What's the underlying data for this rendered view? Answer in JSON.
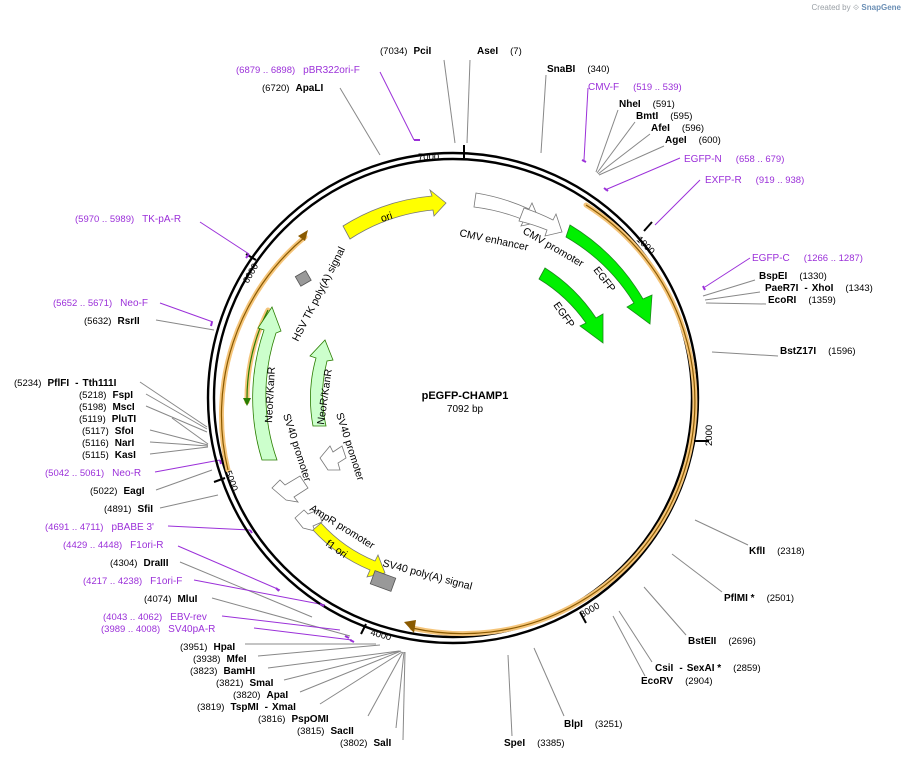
{
  "watermark": {
    "created_by": "Created by",
    "brand": "SnapGene"
  },
  "plasmid": {
    "name": "pEGFP-CHAMP1",
    "length": "7092 bp"
  },
  "ticks": [
    "1000",
    "2000",
    "3000",
    "4000",
    "5000",
    "6000",
    "7000"
  ],
  "enzymes": [
    {
      "name": "AseI",
      "pos": "(7)"
    },
    {
      "name": "PciI",
      "pos": "(7034)"
    },
    {
      "name": "SnaBI",
      "pos": "(340)"
    },
    {
      "name": "NheI",
      "pos": "(591)"
    },
    {
      "name": "BmtI",
      "pos": "(595)"
    },
    {
      "name": "AfeI",
      "pos": "(596)"
    },
    {
      "name": "AgeI",
      "pos": "(600)"
    },
    {
      "name": "BspEI",
      "pos": "(1330)"
    },
    {
      "name": "PaeR7I",
      "name2": "XhoI",
      "pos": "(1343)"
    },
    {
      "name": "EcoRI",
      "pos": "(1359)"
    },
    {
      "name": "BstZ17I",
      "pos": "(1596)"
    },
    {
      "name": "KflI",
      "pos": "(2318)"
    },
    {
      "name": "PflMI *",
      "pos": "(2501)"
    },
    {
      "name": "BstEII",
      "pos": "(2696)"
    },
    {
      "name": "CsiI",
      "name2": "SexAI *",
      "pos": "(2859)"
    },
    {
      "name": "EcoRV",
      "pos": "(2904)"
    },
    {
      "name": "BlpI",
      "pos": "(3251)"
    },
    {
      "name": "SpeI",
      "pos": "(3385)"
    },
    {
      "name": "SalI",
      "pos": "(3802)"
    },
    {
      "name": "SacII",
      "pos": "(3815)"
    },
    {
      "name": "PspOMI",
      "pos": "(3816)"
    },
    {
      "name": "TspMI",
      "name2": "XmaI",
      "pos": "(3819)"
    },
    {
      "name": "ApaI",
      "pos": "(3820)"
    },
    {
      "name": "SmaI",
      "pos": "(3821)"
    },
    {
      "name": "BamHI",
      "pos": "(3823)"
    },
    {
      "name": "MfeI",
      "pos": "(3938)"
    },
    {
      "name": "HpaI",
      "pos": "(3951)"
    },
    {
      "name": "MluI",
      "pos": "(4074)"
    },
    {
      "name": "DraIII",
      "pos": "(4304)"
    },
    {
      "name": "SfiI",
      "pos": "(4891)"
    },
    {
      "name": "EagI",
      "pos": "(5022)"
    },
    {
      "name": "KasI",
      "pos": "(5115)"
    },
    {
      "name": "NarI",
      "pos": "(5116)"
    },
    {
      "name": "SfoI",
      "pos": "(5117)"
    },
    {
      "name": "PluTI",
      "pos": "(5119)"
    },
    {
      "name": "MscI",
      "pos": "(5198)"
    },
    {
      "name": "FspI",
      "pos": "(5218)"
    },
    {
      "name": "PflFI",
      "name2": "Tth111I",
      "pos": "(5234)"
    },
    {
      "name": "RsrII",
      "pos": "(5632)"
    },
    {
      "name": "ApaLI",
      "pos": "(6720)"
    }
  ],
  "primers": [
    {
      "name": "pBR322ori-F",
      "range": "(6879 .. 6898)"
    },
    {
      "name": "CMV-F",
      "range": "(519 .. 539)"
    },
    {
      "name": "EGFP-N",
      "range": "(658 .. 679)"
    },
    {
      "name": "EXFP-R",
      "range": "(919 .. 938)"
    },
    {
      "name": "EGFP-C",
      "range": "(1266 .. 1287)"
    },
    {
      "name": "TK-pA-R",
      "range": "(5970 .. 5989)"
    },
    {
      "name": "Neo-F",
      "range": "(5652 .. 5671)"
    },
    {
      "name": "Neo-R",
      "range": "(5042 .. 5061)"
    },
    {
      "name": "pBABE 3'",
      "range": "(4691 .. 4711)"
    },
    {
      "name": "F1ori-R",
      "range": "(4429 .. 4448)"
    },
    {
      "name": "F1ori-F",
      "range": "(4217 .. 4238)"
    },
    {
      "name": "EBV-rev",
      "range": "(4043 .. 4062)"
    },
    {
      "name": "SV40pA-R",
      "range": "(3989 .. 4008)"
    }
  ],
  "features": {
    "ori": "ori",
    "cmv_enhancer": "CMV enhancer",
    "cmv_promoter": "CMV promoter",
    "egfp_outer": "EGFP",
    "egfp_inner": "EGFP",
    "hsv_tk": "HSV TK poly(A) signal",
    "neo_outer": "NeoR/KanR",
    "neo_inner": "NeoR/KanR",
    "sv40_prom_outer": "SV40 promoter",
    "sv40_prom_inner": "SV40 promoter",
    "ampr_promoter": "AmpR promoter",
    "f1_ori": "f1 ori",
    "sv40_polya": "SV40 poly(A) signal"
  },
  "colors": {
    "backbone": "#000000",
    "egfp": "#00f000",
    "neo": "#ccffcc",
    "ori": "#ffff00",
    "promoter": "#ffffff",
    "terminator": "#999999",
    "primer": "#9b30d9",
    "orf_highlight": "#f5c57a"
  }
}
